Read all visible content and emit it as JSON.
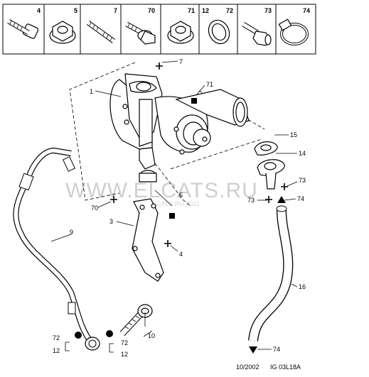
{
  "header": {
    "cells": [
      {
        "num": "4",
        "icon": "bolt-icon"
      },
      {
        "num": "5",
        "icon": "flange-nut-icon"
      },
      {
        "num": "7",
        "icon": "stud-icon"
      },
      {
        "num": "70",
        "icon": "flange-bolt-icon"
      },
      {
        "num": "71",
        "icon": "flange-nut-icon"
      },
      {
        "num": "12",
        "icon": "sealing-ring-icon"
      },
      {
        "num": "72",
        "icon": "sealing-ring-icon"
      },
      {
        "num": "73",
        "icon": "screw-icon"
      },
      {
        "num": "74",
        "icon": "hose-clamp-icon"
      }
    ]
  },
  "callouts": {
    "c1": "1",
    "c3": "3",
    "c4": "4",
    "c5": "5",
    "c7": "7",
    "c9": "9",
    "c10": "10",
    "c12a": "12",
    "c12b": "12",
    "c14": "14",
    "c15": "15",
    "c16": "16",
    "c70": "70",
    "c71": "71",
    "c72a": "72",
    "c72b": "72",
    "c73a": "73",
    "c73b": "73",
    "c74a": "74",
    "c74b": "74"
  },
  "watermark": {
    "main": "WWW.ELCATS.RU",
    "sub": "(c) ELCATS.RU 2011"
  },
  "footer": {
    "date": "10/2002",
    "ref": "IG 03L18A"
  },
  "colors": {
    "ink": "#000000",
    "watermark": "#cfcfcf",
    "fill": "#f2f2f2"
  }
}
